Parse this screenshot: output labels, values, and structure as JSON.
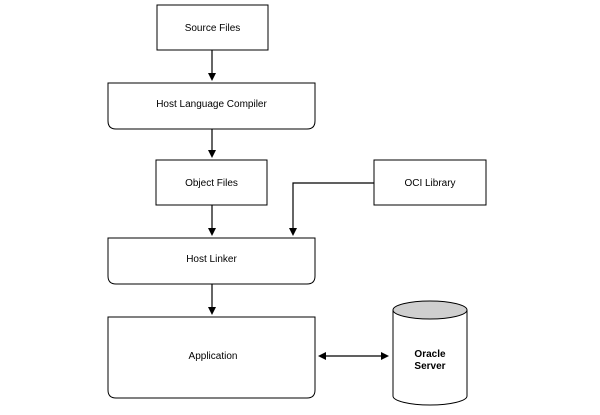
{
  "nodes": {
    "source_files": {
      "label": "Source Files"
    },
    "host_language_compiler": {
      "label": "Host Language Compiler"
    },
    "object_files": {
      "label": "Object Files"
    },
    "oci_library": {
      "label": "OCI Library"
    },
    "host_linker": {
      "label": "Host Linker"
    },
    "application": {
      "label": "Application"
    },
    "oracle_server": {
      "label_line1": "Oracle",
      "label_line2": "Server"
    }
  },
  "edges": [
    {
      "from": "source_files",
      "to": "host_language_compiler",
      "direction": "forward"
    },
    {
      "from": "host_language_compiler",
      "to": "object_files",
      "direction": "forward"
    },
    {
      "from": "object_files",
      "to": "host_linker",
      "direction": "forward"
    },
    {
      "from": "oci_library",
      "to": "host_linker",
      "direction": "forward"
    },
    {
      "from": "host_linker",
      "to": "application",
      "direction": "forward"
    },
    {
      "from": "application",
      "to": "oracle_server",
      "direction": "bidirectional"
    }
  ],
  "colors": {
    "stroke": "#000000",
    "fill": "#ffffff",
    "text": "#000000"
  }
}
